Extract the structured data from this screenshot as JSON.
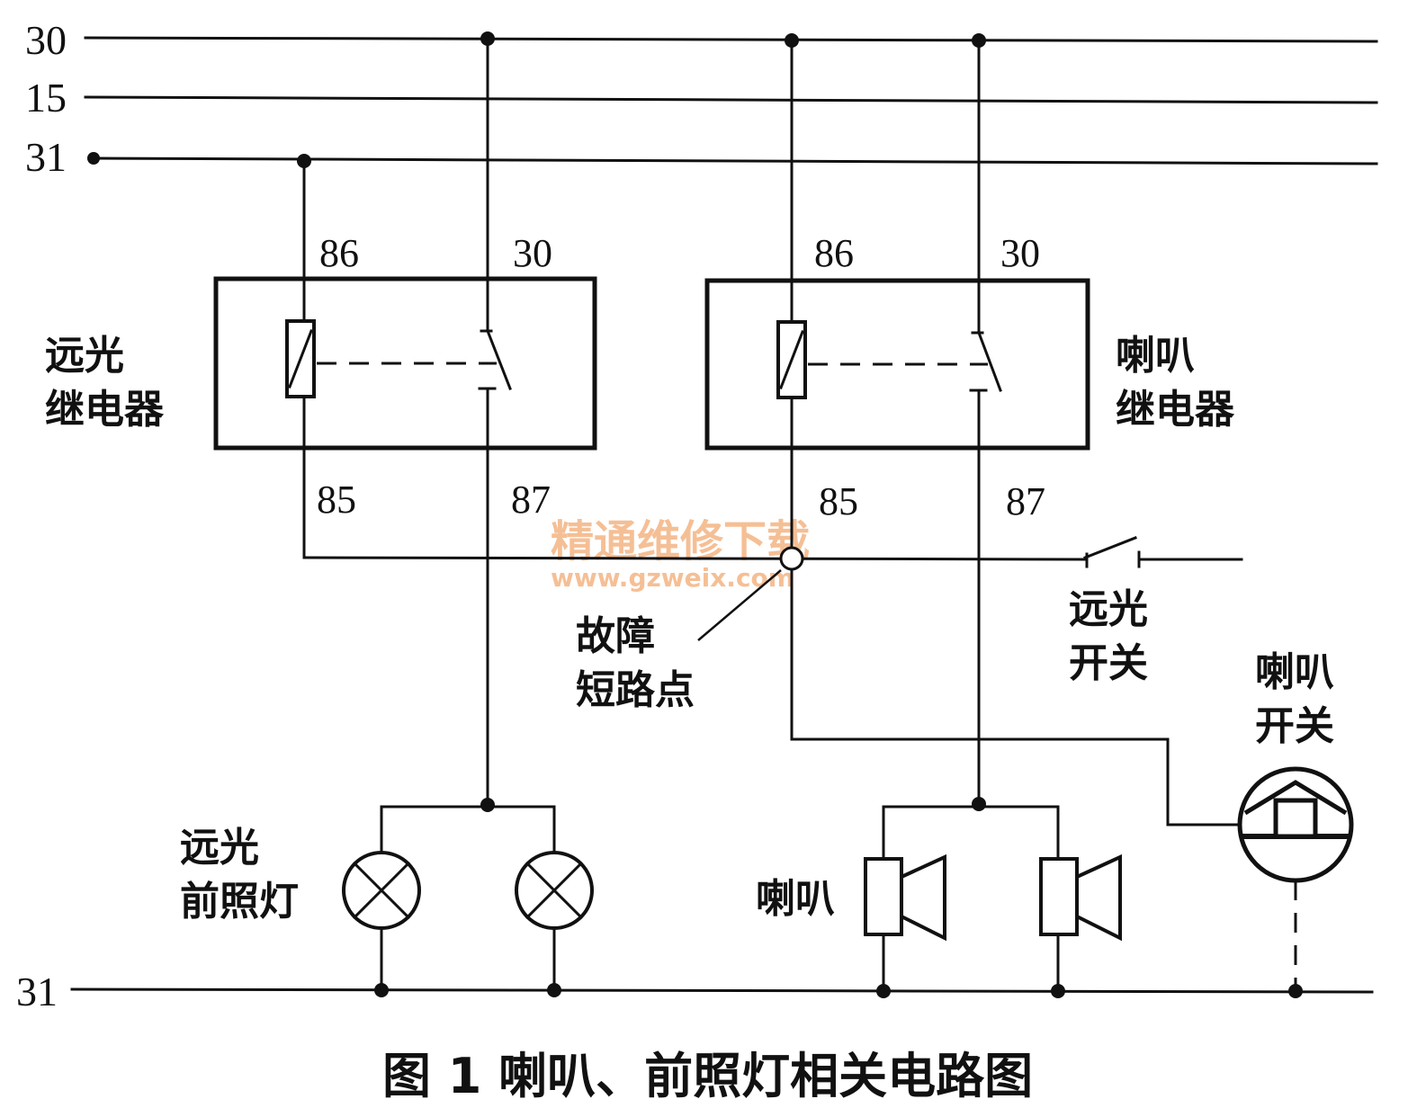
{
  "buses": {
    "b30": "30",
    "b15": "15",
    "b31_top": "31",
    "b31_bottom": "31"
  },
  "relays": {
    "high_beam": {
      "label_line1": "远光",
      "label_line2": "继电器",
      "pin86": "86",
      "pin30": "30",
      "pin85": "85",
      "pin87": "87"
    },
    "horn": {
      "label_line1": "喇叭",
      "label_line2": "继电器",
      "pin86": "86",
      "pin30": "30",
      "pin85": "85",
      "pin87": "87"
    }
  },
  "fault": {
    "line1": "故障",
    "line2": "短路点"
  },
  "switches": {
    "high_beam_line1": "远光",
    "high_beam_line2": "开关",
    "horn_line1": "喇叭",
    "horn_line2": "开关"
  },
  "loads": {
    "headlamp_line1": "远光",
    "headlamp_line2": "前照灯",
    "horn": "喇叭"
  },
  "caption": "图 1   喇叭、前照灯相关电路图",
  "watermark": {
    "line1": "精通维修下载",
    "line2": "www.gzweix.com"
  }
}
